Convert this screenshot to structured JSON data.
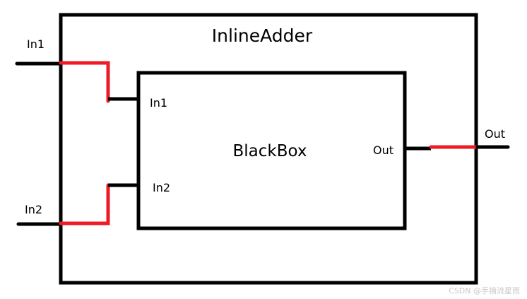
{
  "outer_block": {
    "title": "InlineAdder",
    "ports": {
      "in1": "In1",
      "in2": "In2",
      "out": "Out"
    }
  },
  "inner_block": {
    "title": "BlackBox",
    "ports": {
      "in1": "In1",
      "in2": "In2",
      "out": "Out"
    }
  },
  "colors": {
    "wire": "#000000",
    "highlight_wire": "#ed1c24"
  },
  "watermark": "CSDN @手摘流星雨"
}
